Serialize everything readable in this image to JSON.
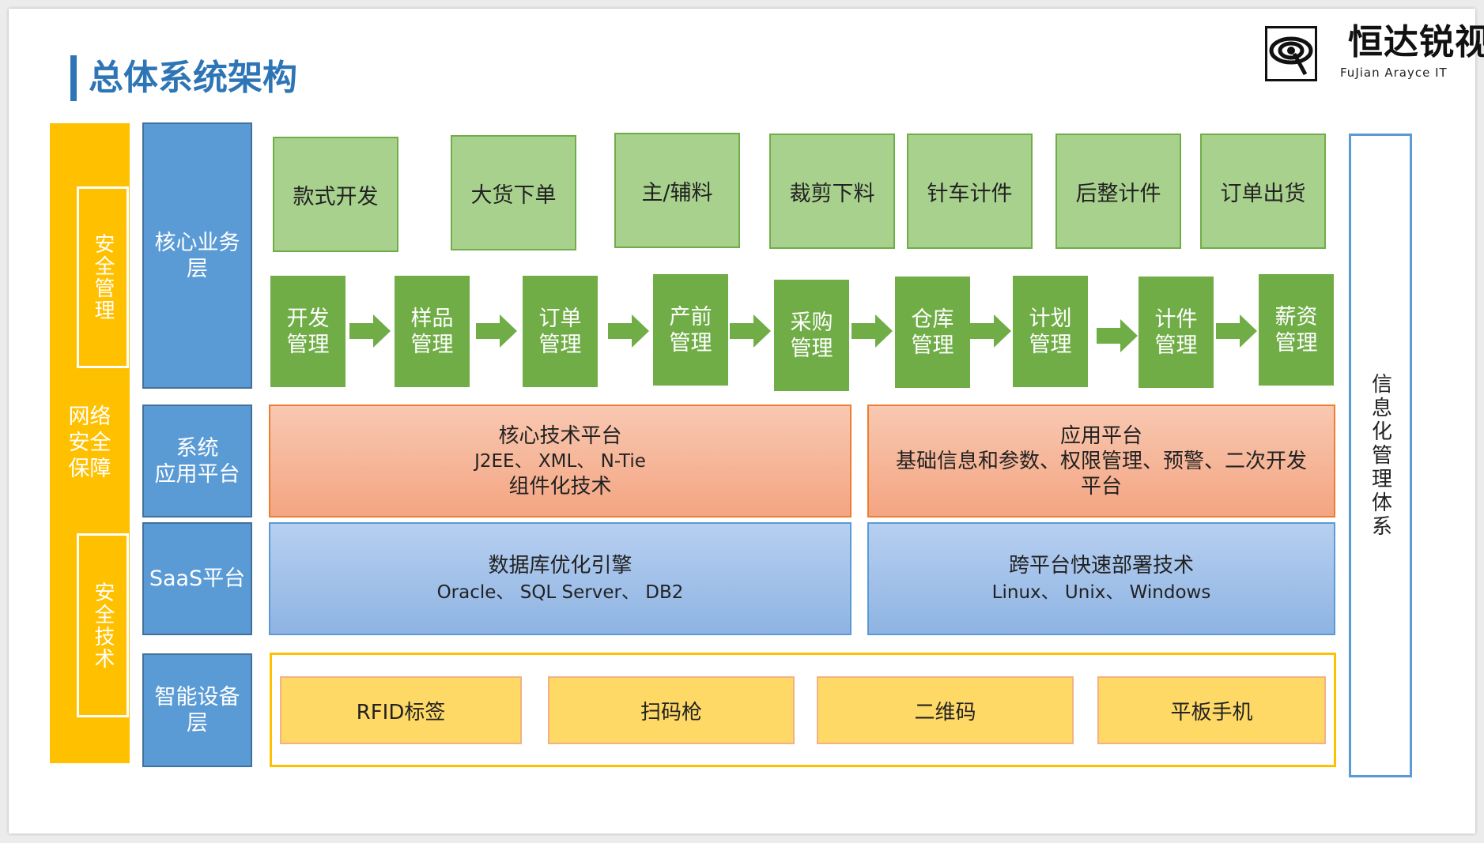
{
  "title": "总体系统架构",
  "logo": {
    "name": "恒达锐视",
    "sub": "FuJian Arayce IT"
  },
  "left_column": {
    "security_management": "安全管理",
    "network_security": "网络\n安全\n保障",
    "security_tech": "安全技术"
  },
  "layers": [
    {
      "label": "核心业务\n层"
    },
    {
      "label": "系统\n应用平台"
    },
    {
      "label": "SaaS平台"
    },
    {
      "label": "智能设备\n层"
    }
  ],
  "business_top": [
    "款式开发",
    "大货下单",
    "主/辅料",
    "裁剪下料",
    "针车计件",
    "后整计件",
    "订单出货"
  ],
  "business_steps": [
    "开发\n管理",
    "样品\n管理",
    "订单\n管理",
    "产前\n管理",
    "采购\n管理",
    "仓库\n管理",
    "计划\n管理",
    "计件\n管理",
    "薪资\n管理"
  ],
  "platforms": {
    "core_tech": {
      "title": "核心技术平台",
      "line1": "J2EE、 XML、 N-Tie",
      "line2": "组件化技术"
    },
    "app_platform": {
      "title": "应用平台",
      "line1": "基础信息和参数、权限管理、预警、二次开发",
      "line2": "平台"
    }
  },
  "saas": {
    "db": {
      "title": "数据库优化引擎",
      "line1": "Oracle、 SQL Server、 DB2"
    },
    "deploy": {
      "title": "跨平台快速部署技术",
      "line1": "Linux、 Unix、 Windows"
    }
  },
  "devices": [
    "RFID标签",
    "扫码枪",
    "二维码",
    "平板手机"
  ],
  "right_label": "信息化管理体系",
  "colors": {
    "accent": "#2e75b6",
    "yellow": "#ffc000",
    "green": "#70ad47",
    "light_green": "#a9d18e",
    "blue": "#5b9bd5",
    "orange": "#f4a582"
  }
}
